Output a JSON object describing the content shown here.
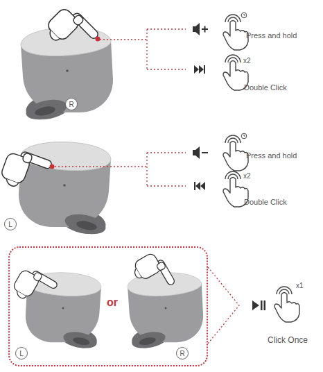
{
  "diagram": {
    "nodes": [
      {
        "text": [
          "R"
        ]
      },
      {
        "text": [
          "L"
        ]
      },
      {
        "text": [
          "or"
        ]
      },
      {
        "text": [
          "L"
        ],
        "in": 2
      },
      {
        "text": [
          "R"
        ],
        "in": 2
      }
    ],
    "labels": [
      "Press and hold",
      "x2",
      "Double Click",
      "Press and hold",
      "x2",
      "Double Click",
      "x1",
      "Click Once"
    ]
  }
}
